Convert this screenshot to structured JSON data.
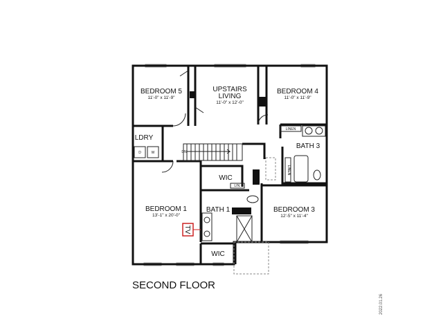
{
  "plan": {
    "title": "SECOND FLOOR",
    "date": "2022.01.26",
    "rooms": [
      {
        "name": "BEDROOM 5",
        "dims": "11'-0\" x 11'-9\""
      },
      {
        "name": "UPSTAIRS",
        "name2": "LIVING",
        "dims": "11'-0\" x 12'-0\""
      },
      {
        "name": "BEDROOM 4",
        "dims": "11'-0\" x 11'-9\""
      },
      {
        "name": "BEDROOM 1",
        "dims": "13'-1\" x 20'-0\""
      },
      {
        "name": "BEDROOM 3",
        "dims": "12'-5\" x 11'-4\""
      }
    ],
    "labels": {
      "ldry": "LDRY",
      "bath3": "BATH 3",
      "bath1": "BATH 1",
      "wic_top": "WIC",
      "wic_bottom": "WIC",
      "linen_top": "LINEN",
      "linen_side": "LINEN",
      "lin": "LIN.",
      "dryer": "D",
      "washer": "W",
      "down": "DN",
      "tv": "TV"
    },
    "colors": {
      "tv_box": "#cc2222",
      "walls": "#111111"
    }
  }
}
